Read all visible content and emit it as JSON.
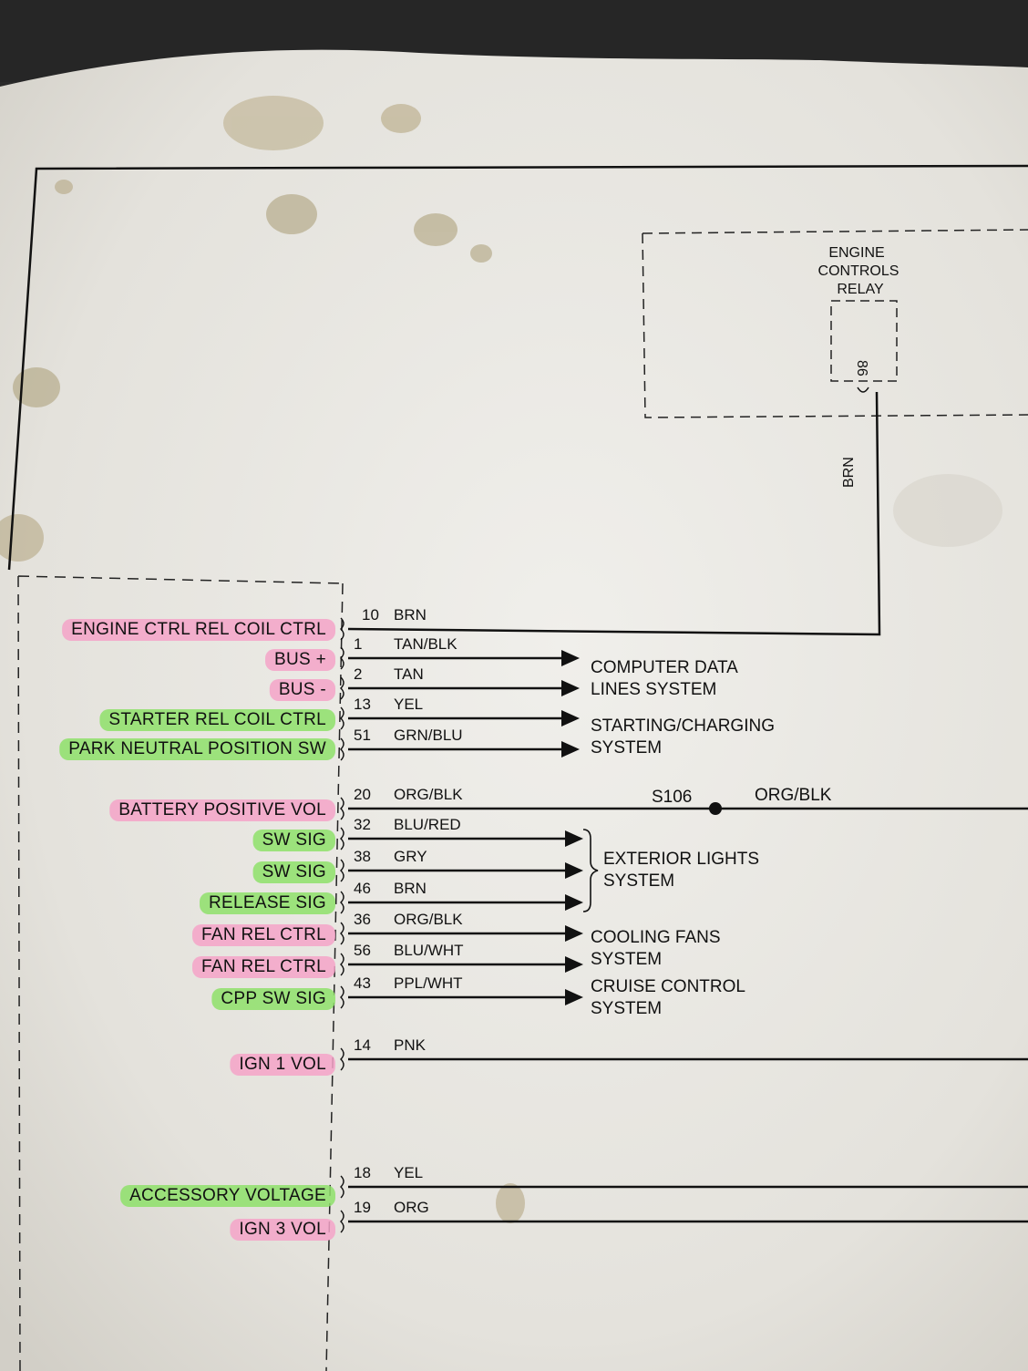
{
  "relay": {
    "title_lines": [
      "ENGINE",
      "CONTROLS",
      "RELAY"
    ],
    "pin": "86",
    "wire_color": "BRN"
  },
  "circuits": [
    {
      "label": "ENGINE CTRL REL COIL CTRL",
      "highlight": "#f4a3c8",
      "pin": "10",
      "color": "BRN"
    },
    {
      "label": "BUS +",
      "highlight": "#f4a3c8",
      "pin": "1",
      "color": "TAN/BLK"
    },
    {
      "label": "BUS -",
      "highlight": "#f4a3c8",
      "pin": "2",
      "color": "TAN"
    },
    {
      "label": "STARTER REL COIL CTRL",
      "highlight": "#8ee06a",
      "pin": "13",
      "color": "YEL"
    },
    {
      "label": "PARK NEUTRAL POSITION SW",
      "highlight": "#8ee06a",
      "pin": "51",
      "color": "GRN/BLU"
    },
    {
      "label": "BATTERY POSITIVE VOL",
      "highlight": "#f4a3c8",
      "pin": "20",
      "color": "ORG/BLK"
    },
    {
      "label": "SW SIG",
      "highlight": "#8ee06a",
      "pin": "32",
      "color": "BLU/RED"
    },
    {
      "label": "SW SIG",
      "highlight": "#8ee06a",
      "pin": "38",
      "color": "GRY"
    },
    {
      "label": "RELEASE SIG",
      "highlight": "#8ee06a",
      "pin": "46",
      "color": "BRN"
    },
    {
      "label": "FAN REL CTRL",
      "highlight": "#f4a3c8",
      "pin": "36",
      "color": "ORG/BLK"
    },
    {
      "label": "FAN REL CTRL",
      "highlight": "#f4a3c8",
      "pin": "56",
      "color": "BLU/WHT"
    },
    {
      "label": "CPP SW SIG",
      "highlight": "#8ee06a",
      "pin": "43",
      "color": "PPL/WHT"
    },
    {
      "label": "IGN 1 VOL",
      "highlight": "#f4a3c8",
      "pin": "14",
      "color": "PNK"
    },
    {
      "label": "ACCESSORY VOLTAGE",
      "highlight": "#8ee06a",
      "pin": "18",
      "color": "YEL"
    },
    {
      "label": "IGN 3 VOL",
      "highlight": "#f4a3c8",
      "pin": "19",
      "color": "ORG"
    }
  ],
  "systems": [
    {
      "lines": [
        "COMPUTER DATA",
        "LINES SYSTEM"
      ]
    },
    {
      "lines": [
        "STARTING/CHARGING",
        "SYSTEM"
      ]
    },
    {
      "lines": [
        "EXTERIOR LIGHTS",
        "SYSTEM"
      ]
    },
    {
      "lines": [
        "COOLING FANS",
        "SYSTEM"
      ]
    },
    {
      "lines": [
        "CRUISE CONTROL",
        "SYSTEM"
      ]
    }
  ],
  "splice": {
    "name": "S106",
    "color": "ORG/BLK"
  }
}
